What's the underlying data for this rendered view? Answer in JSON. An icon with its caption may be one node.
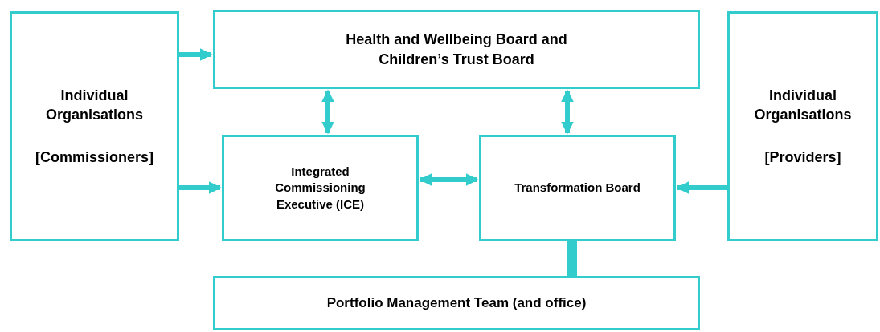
{
  "diagram": {
    "nodes": [
      {
        "text": [
          "Individual Organisations",
          "[Commissioners]"
        ]
      },
      {
        "text": [
          "Health and Wellbeing Board and Children’s Trust Board"
        ]
      },
      {
        "text": [
          "Individual Organisations",
          "[Providers]"
        ]
      },
      {
        "text": [
          "Integrated Commissioning Executive (ICE)"
        ]
      },
      {
        "text": [
          "Transformation Board"
        ]
      },
      {
        "text": [
          "Portfolio Management Team (and office)"
        ]
      }
    ],
    "edges": [
      {
        "from": 0,
        "to": 1,
        "arrow": "to"
      },
      {
        "from": 0,
        "to": 3,
        "arrow": "to"
      },
      {
        "from": 1,
        "to": 3,
        "arrow": "both"
      },
      {
        "from": 1,
        "to": 4,
        "arrow": "both"
      },
      {
        "from": 3,
        "to": 4,
        "arrow": "both"
      },
      {
        "from": 2,
        "to": 4,
        "arrow": "to"
      },
      {
        "from": 4,
        "to": 5,
        "arrow": "none",
        "style": "thick"
      }
    ]
  }
}
